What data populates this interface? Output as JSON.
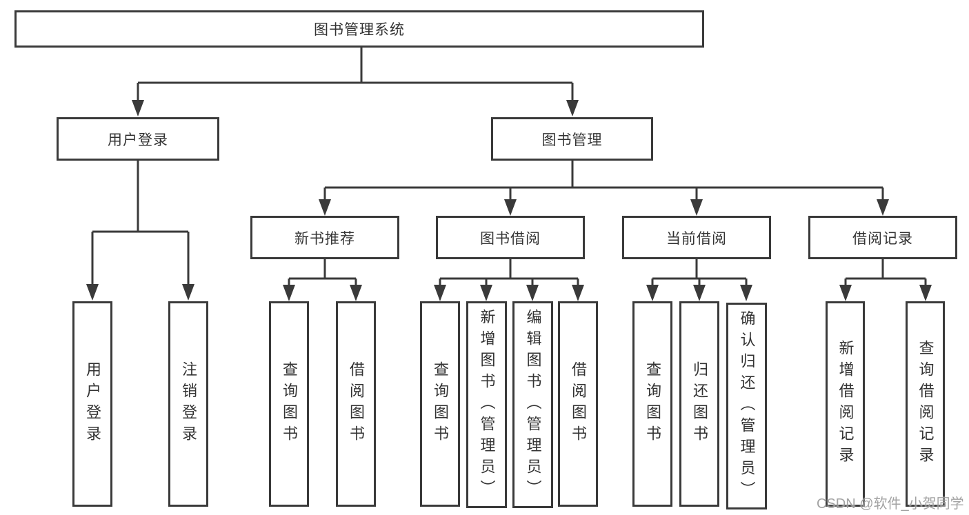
{
  "diagram": {
    "root": {
      "label": "图书管理系统"
    },
    "level2": [
      {
        "label": "用户登录"
      },
      {
        "label": "图书管理"
      }
    ],
    "level3": [
      {
        "label": "新书推荐",
        "parent": "图书管理"
      },
      {
        "label": "图书借阅",
        "parent": "图书管理"
      },
      {
        "label": "当前借阅",
        "parent": "图书管理"
      },
      {
        "label": "借阅记录",
        "parent": "图书管理"
      }
    ],
    "leaves": [
      {
        "label": "用户登录",
        "parent": "用户登录"
      },
      {
        "label": "注销登录",
        "parent": "用户登录"
      },
      {
        "label": "查询图书",
        "parent": "新书推荐"
      },
      {
        "label": "借阅图书",
        "parent": "新书推荐"
      },
      {
        "label": "查询图书",
        "parent": "图书借阅"
      },
      {
        "label": "新增图书（管理员）",
        "parent": "图书借阅"
      },
      {
        "label": "编辑图书（管理员）",
        "parent": "图书借阅"
      },
      {
        "label": "借阅图书",
        "parent": "图书借阅"
      },
      {
        "label": "查询图书",
        "parent": "当前借阅"
      },
      {
        "label": "归还图书",
        "parent": "当前借阅"
      },
      {
        "label": "确认归还（管理员）",
        "parent": "当前借阅"
      },
      {
        "label": "新增借阅记录",
        "parent": "借阅记录"
      },
      {
        "label": "查询借阅记录",
        "parent": "借阅记录"
      }
    ],
    "watermark": {
      "text": "CSDN @软件_小贺同学"
    },
    "colors": {
      "line": "#3a3a3a",
      "text": "#333333",
      "box_background": "#ffffff",
      "page_background": "#ffffff",
      "watermark": "#9b9b9b"
    }
  }
}
